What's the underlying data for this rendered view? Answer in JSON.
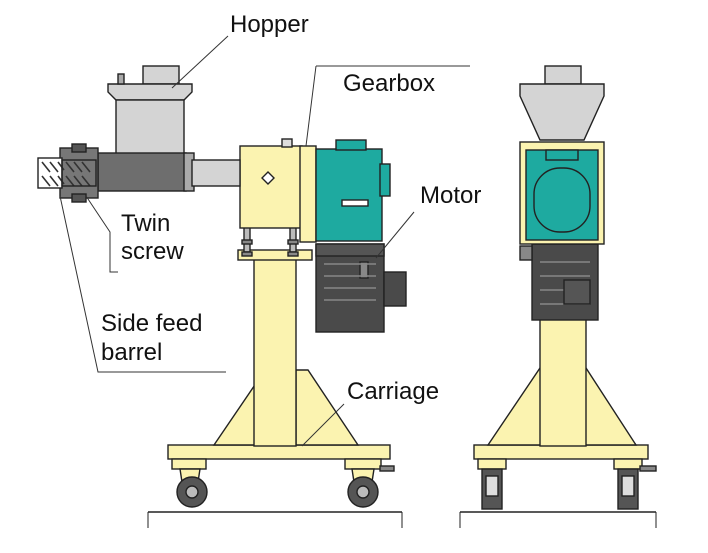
{
  "labels": {
    "hopper": "Hopper",
    "gearbox": "Gearbox",
    "motor": "Motor",
    "twin_screw_line1": "Twin",
    "twin_screw_line2": "screw",
    "side_feed_barrel_line1": "Side feed",
    "side_feed_barrel_line2": "barrel",
    "carriage": "Carriage"
  },
  "colors": {
    "stand": "#fbf3b0",
    "hopper": "#d4d4d4",
    "barrel": "#6e6e6e",
    "gearbox": "#1eaaa0",
    "motor": "#4a4a4a",
    "outline": "#222222"
  }
}
